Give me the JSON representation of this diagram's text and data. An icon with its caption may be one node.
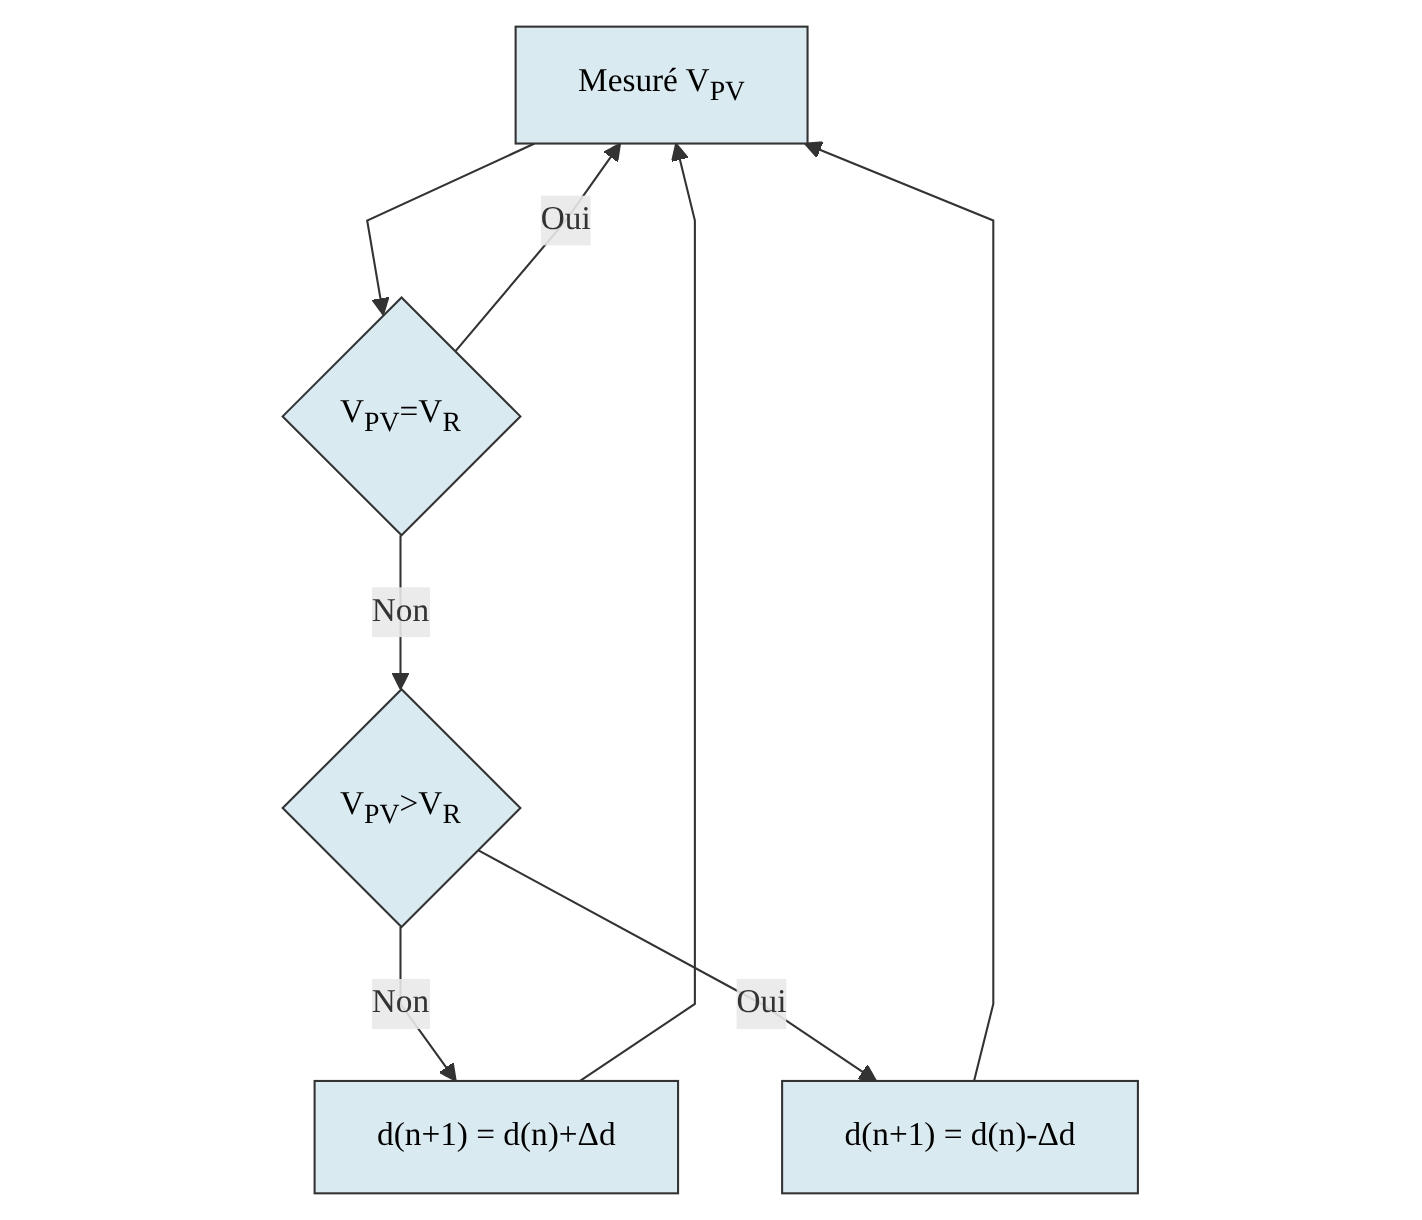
{
  "diagram": {
    "nodes": [
      {
        "text": [
          "Mesuré V$_{PV}$"
        ]
      },
      {
        "text": [
          "V$_{PV}$=V$_{R}$"
        ]
      },
      {
        "text": [
          "V$_{PV}$>V$_{R}$"
        ]
      },
      {
        "text": [
          "d(n+1) = d(n)+Δd"
        ]
      },
      {
        "text": [
          "d(n+1) = d(n)-Δd"
        ]
      }
    ],
    "edges": [
      {
        "from": 0,
        "to": 1,
        "arrow": "to"
      },
      {
        "from": 1,
        "to": 0,
        "label": "Oui",
        "arrow": "to"
      },
      {
        "from": 1,
        "to": 2,
        "label": "Non",
        "arrow": "to"
      },
      {
        "from": 2,
        "to": 3,
        "label": "Non",
        "arrow": "to"
      },
      {
        "from": 2,
        "to": 4,
        "label": "Oui",
        "arrow": "to"
      },
      {
        "from": 3,
        "to": 0,
        "arrow": "to"
      },
      {
        "from": 4,
        "to": 0,
        "arrow": "to"
      }
    ]
  }
}
